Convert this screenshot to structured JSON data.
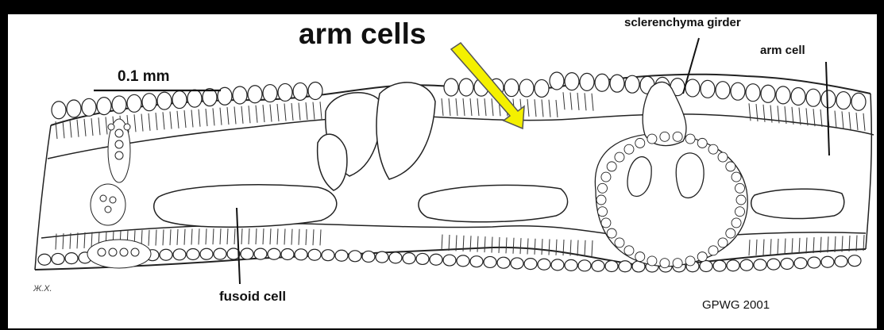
{
  "labels": {
    "arm_cells": "arm cells",
    "sclerenchyma": "sclerenchyma girder",
    "arm_cell": "arm cell",
    "scale": "0.1 mm",
    "fusoid": "fusoid cell",
    "credit": "GPWG 2001",
    "signature": "Ж.Х."
  },
  "colors": {
    "background": "#000000",
    "panel": "#ffffff",
    "line": "#222222",
    "arrow_fill": "#f4f000",
    "arrow_stroke": "#555555"
  }
}
